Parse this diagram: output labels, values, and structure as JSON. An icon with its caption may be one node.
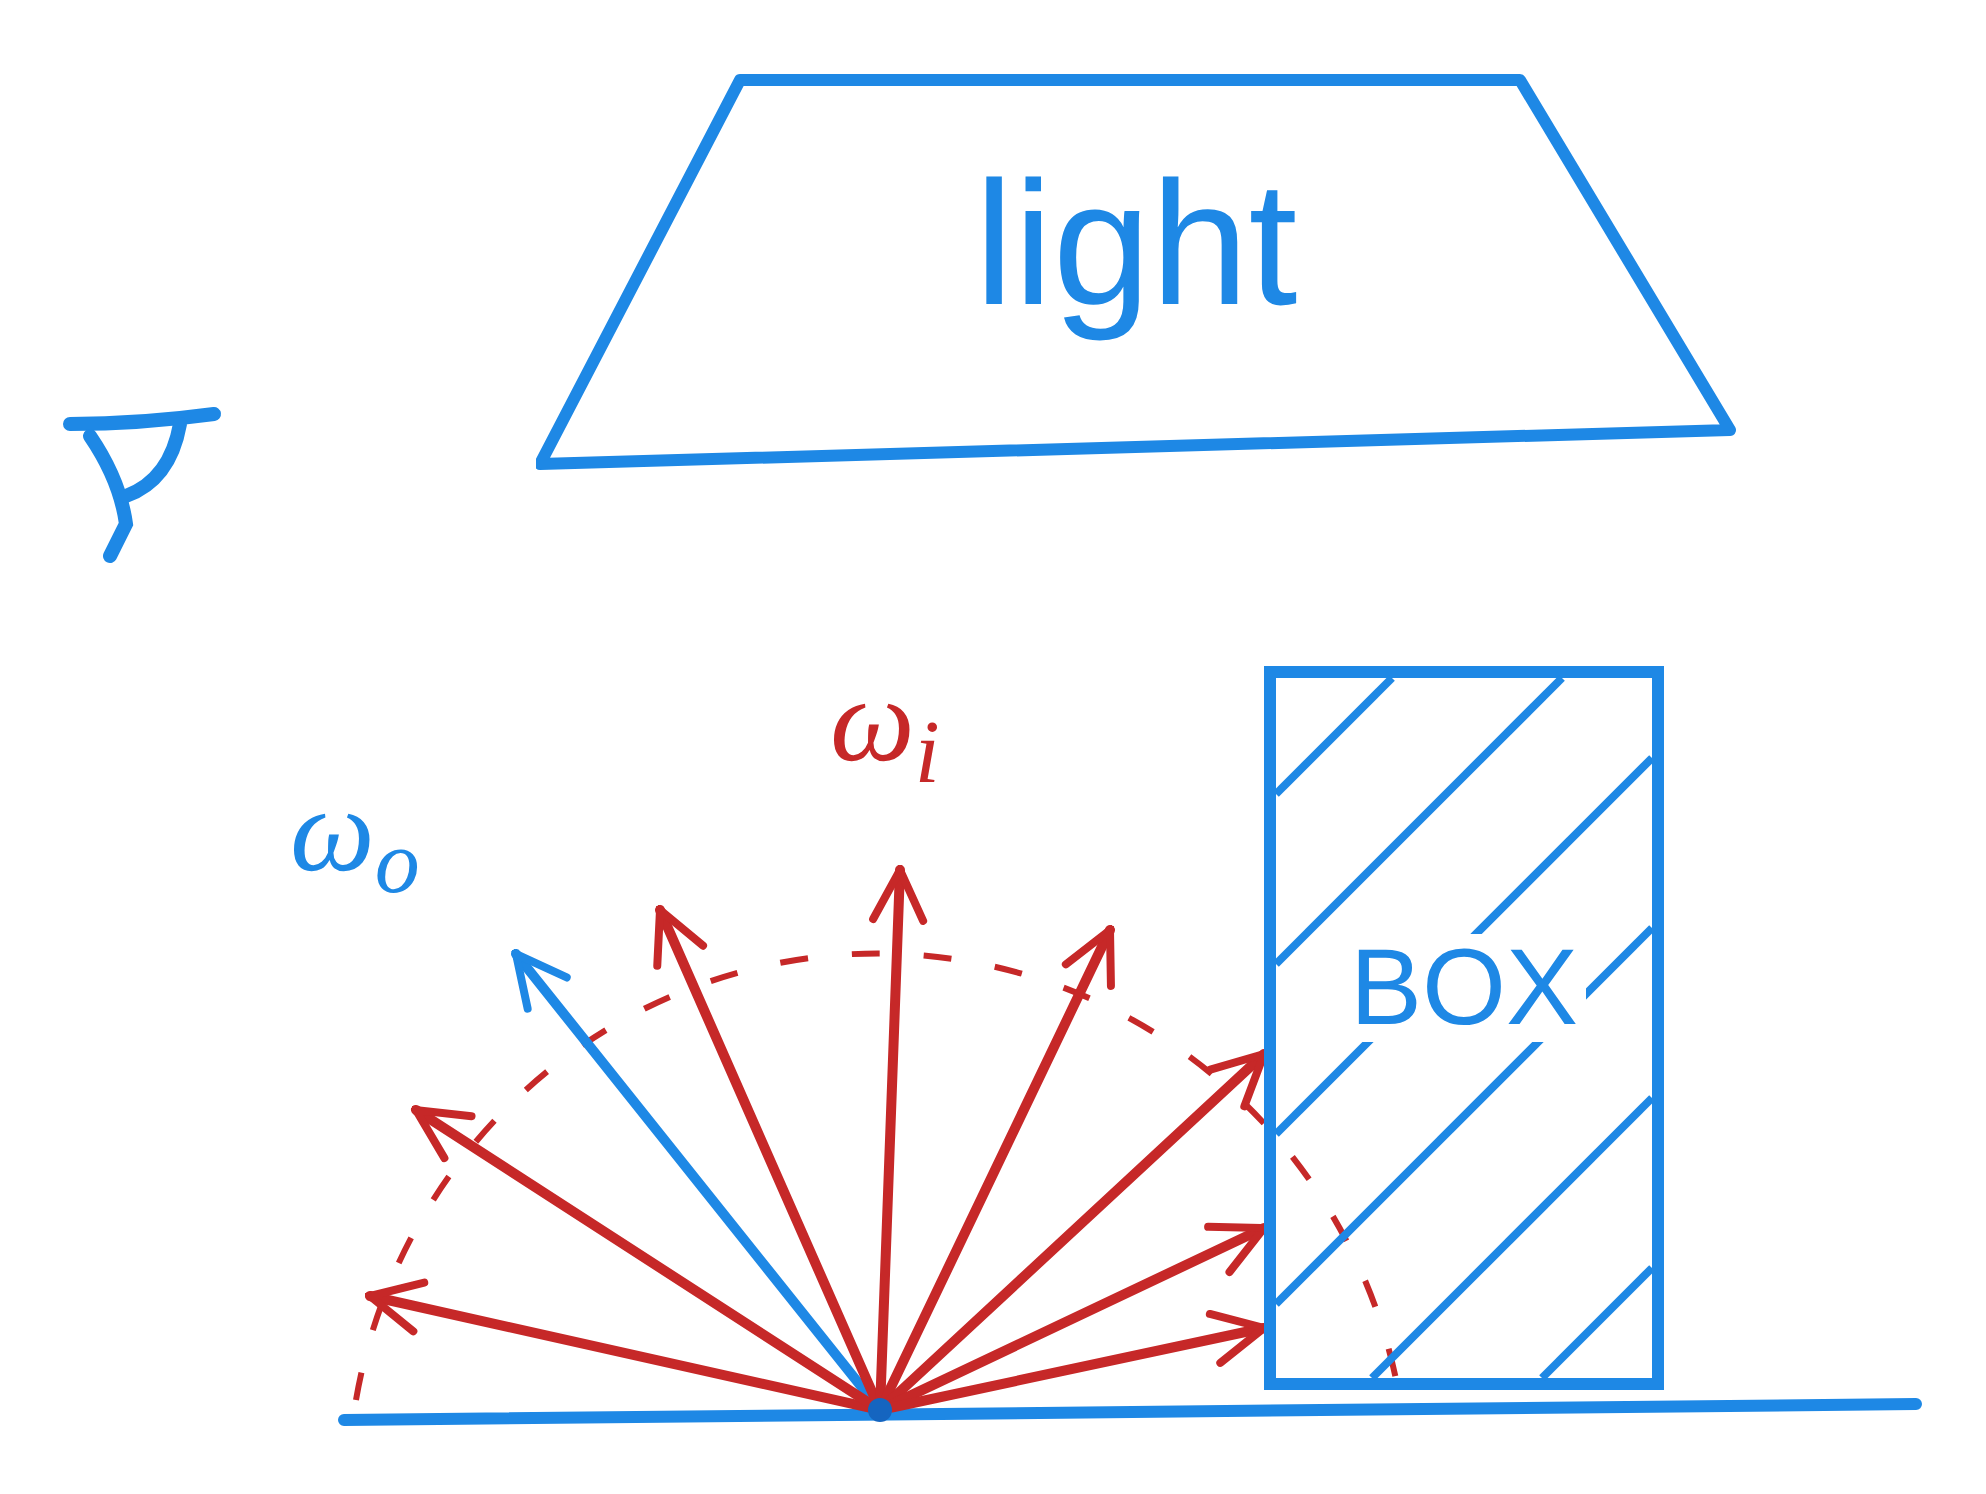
{
  "diagram": {
    "nodes": [
      {
        "text": [
          "light"
        ]
      },
      {
        "text": [
          "BOX"
        ]
      },
      {
        "text": [],
        "shape": "circle"
      }
    ],
    "edges": [
      {
        "from": 2,
        "to": null,
        "arrow": "to",
        "color": "#1e88e5"
      },
      {
        "from": 2,
        "to": null,
        "arrow": "to"
      },
      {
        "from": 2,
        "to": null,
        "arrow": "to"
      },
      {
        "from": 2,
        "to": null,
        "arrow": "to"
      },
      {
        "from": 2,
        "to": null,
        "arrow": "to"
      },
      {
        "from": 2,
        "to": null,
        "arrow": "to"
      },
      {
        "from": 2,
        "to": 1,
        "arrow": "to"
      },
      {
        "from": 2,
        "to": 1,
        "arrow": "to"
      },
      {
        "from": 2,
        "to": 1,
        "arrow": "to"
      }
    ],
    "labels": [
      "ω$_{o}$",
      "ω$_{i}$"
    ]
  }
}
